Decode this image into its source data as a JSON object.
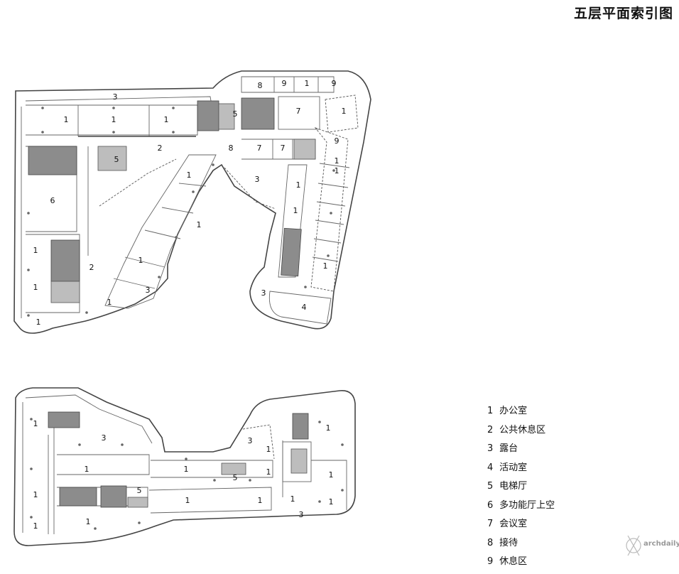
{
  "title": "五层平面索引图",
  "legend": [
    {
      "num": "1",
      "label": "办公室"
    },
    {
      "num": "2",
      "label": "公共休息区"
    },
    {
      "num": "3",
      "label": "露台"
    },
    {
      "num": "4",
      "label": "活动室"
    },
    {
      "num": "5",
      "label": "电梯厅"
    },
    {
      "num": "6",
      "label": "多功能厅上空"
    },
    {
      "num": "7",
      "label": "会议室"
    },
    {
      "num": "8",
      "label": "接待"
    },
    {
      "num": "9",
      "label": "休息区"
    }
  ],
  "upper_plan_labels": [
    "3",
    "8",
    "9",
    "1",
    "9",
    "1",
    "1",
    "1",
    "5",
    "7",
    "1",
    "2",
    "8",
    "7",
    "7",
    "9",
    "5",
    "1",
    "3",
    "1",
    "6",
    "1",
    "1",
    "1",
    "1",
    "2",
    "1",
    "1",
    "1",
    "3",
    "1",
    "1",
    "3",
    "4",
    "1"
  ],
  "lower_plan_labels": [
    "1",
    "3",
    "3",
    "1",
    "1",
    "1",
    "1",
    "1",
    "5",
    "1",
    "1",
    "5",
    "1",
    "1",
    "1",
    "1",
    "1",
    "3",
    "1"
  ],
  "watermark": "archdaily"
}
